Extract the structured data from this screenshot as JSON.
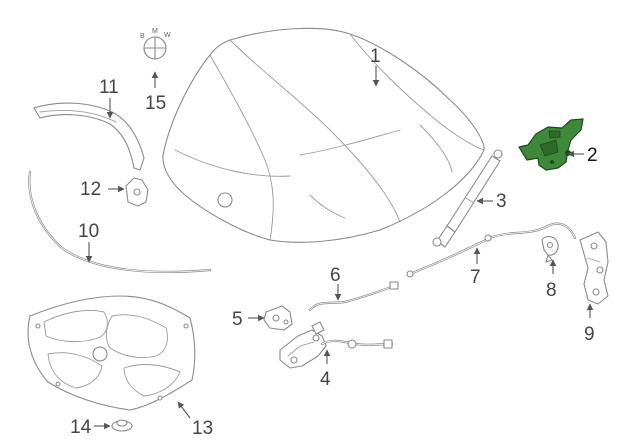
{
  "callouts": {
    "c1": "1",
    "c2": "2",
    "c3": "3",
    "c4": "4",
    "c5": "5",
    "c6": "6",
    "c7": "7",
    "c8": "8",
    "c9": "9",
    "c10": "10",
    "c11": "11",
    "c12": "12",
    "c13": "13",
    "c14": "14",
    "c15": "15"
  },
  "emblem": {
    "letter_b": "B",
    "letter_m": "M",
    "letter_w": "W"
  },
  "highlight_color": "#3f8a3a",
  "highlighted_part": "2"
}
